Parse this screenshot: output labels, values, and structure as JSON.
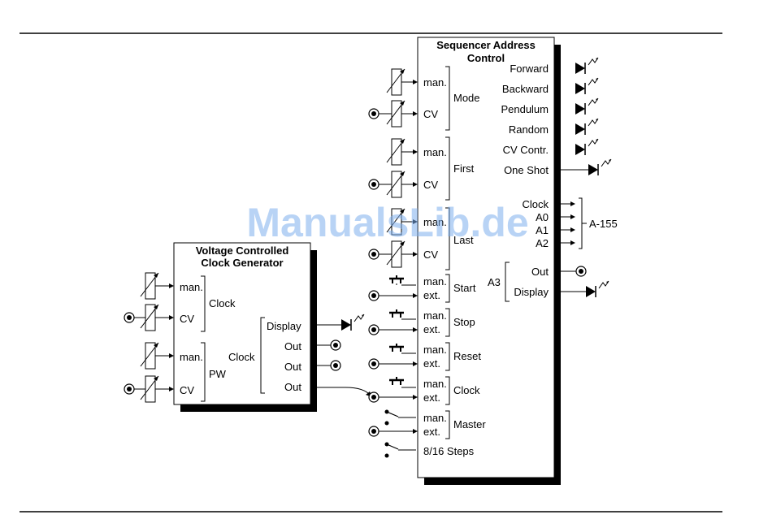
{
  "watermark": "ManualsLib.de",
  "vccg": {
    "title_line1": "Voltage Controlled",
    "title_line2": "Clock Generator",
    "rows": [
      "man.",
      "CV",
      "man.",
      "CV"
    ],
    "group_clock": "Clock",
    "group_pw": "PW",
    "clock_label": "Clock",
    "outputs": [
      "Display",
      "Out",
      "Out",
      "Out"
    ]
  },
  "sac": {
    "title_line1": "Sequencer Address",
    "title_line2": "Control",
    "pot_rows": [
      "man.",
      "CV",
      "man.",
      "CV",
      "man.",
      "CV"
    ],
    "pot_groups": [
      "Mode",
      "First",
      "Last"
    ],
    "switch_rows": [
      "man.",
      "ext.",
      "man.",
      "ext.",
      "man.",
      "ext.",
      "man.",
      "ext.",
      "man.",
      "ext."
    ],
    "switch_groups": [
      "Start",
      "Stop",
      "Reset",
      "Clock",
      "Master"
    ],
    "steps_label": "8/16 Steps",
    "mode_leds": [
      "Forward",
      "Backward",
      "Pendulum",
      "Random",
      "CV Contr.",
      "One Shot"
    ],
    "bus_outputs": [
      "Clock",
      "A0",
      "A1",
      "A2"
    ],
    "bus_target": "A-155",
    "a3_label": "A3",
    "a3_outputs": [
      "Out",
      "Display"
    ]
  }
}
